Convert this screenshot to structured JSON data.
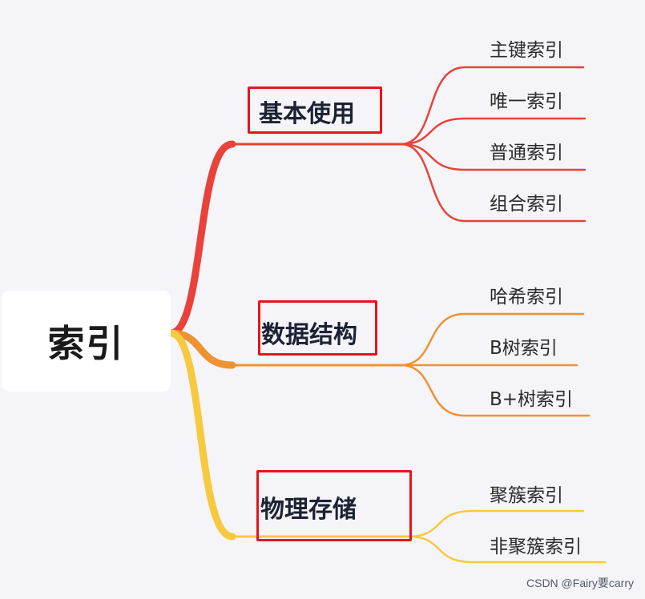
{
  "root": {
    "label": "索引"
  },
  "branches": [
    {
      "label": "基本使用",
      "color": "#e8423a",
      "children": [
        "主键索引",
        "唯一索引",
        "普通索引",
        "组合索引"
      ]
    },
    {
      "label": "数据结构",
      "color": "#ee9232",
      "children": [
        "哈希索引",
        "B树索引",
        "B+树索引"
      ]
    },
    {
      "label": "物理存储",
      "color": "#f6c93f",
      "children": [
        "聚簇索引",
        "非聚簇索引"
      ]
    }
  ],
  "highlight_color": "#e8141c",
  "watermark": "CSDN @Fairy要carry"
}
